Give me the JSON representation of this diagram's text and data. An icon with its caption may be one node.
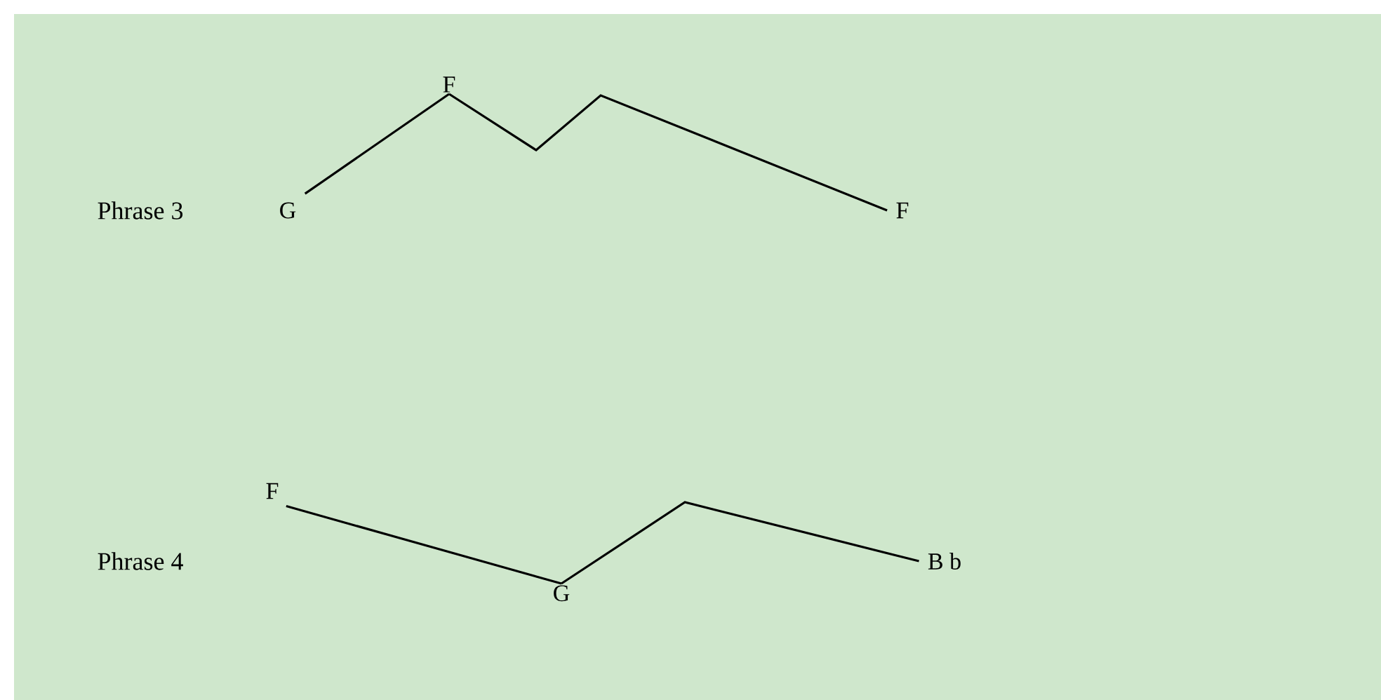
{
  "diagram": {
    "nodes": [
      {
        "text": [
          "G"
        ]
      },
      {
        "text": [
          "F"
        ]
      },
      {
        "text": [
          "F"
        ]
      },
      {
        "text": [
          "F"
        ]
      },
      {
        "text": [
          "G"
        ]
      },
      {
        "text": [
          "B b"
        ]
      }
    ],
    "edges": [
      {
        "from": 0,
        "to": 1,
        "arrow": "none"
      },
      {
        "from": 1,
        "to": 2,
        "arrow": "none"
      },
      {
        "from": 3,
        "to": 4,
        "arrow": "none"
      },
      {
        "from": 4,
        "to": 5,
        "arrow": "none"
      }
    ],
    "labels": [
      "Phrase 3",
      "Phrase 4"
    ]
  }
}
